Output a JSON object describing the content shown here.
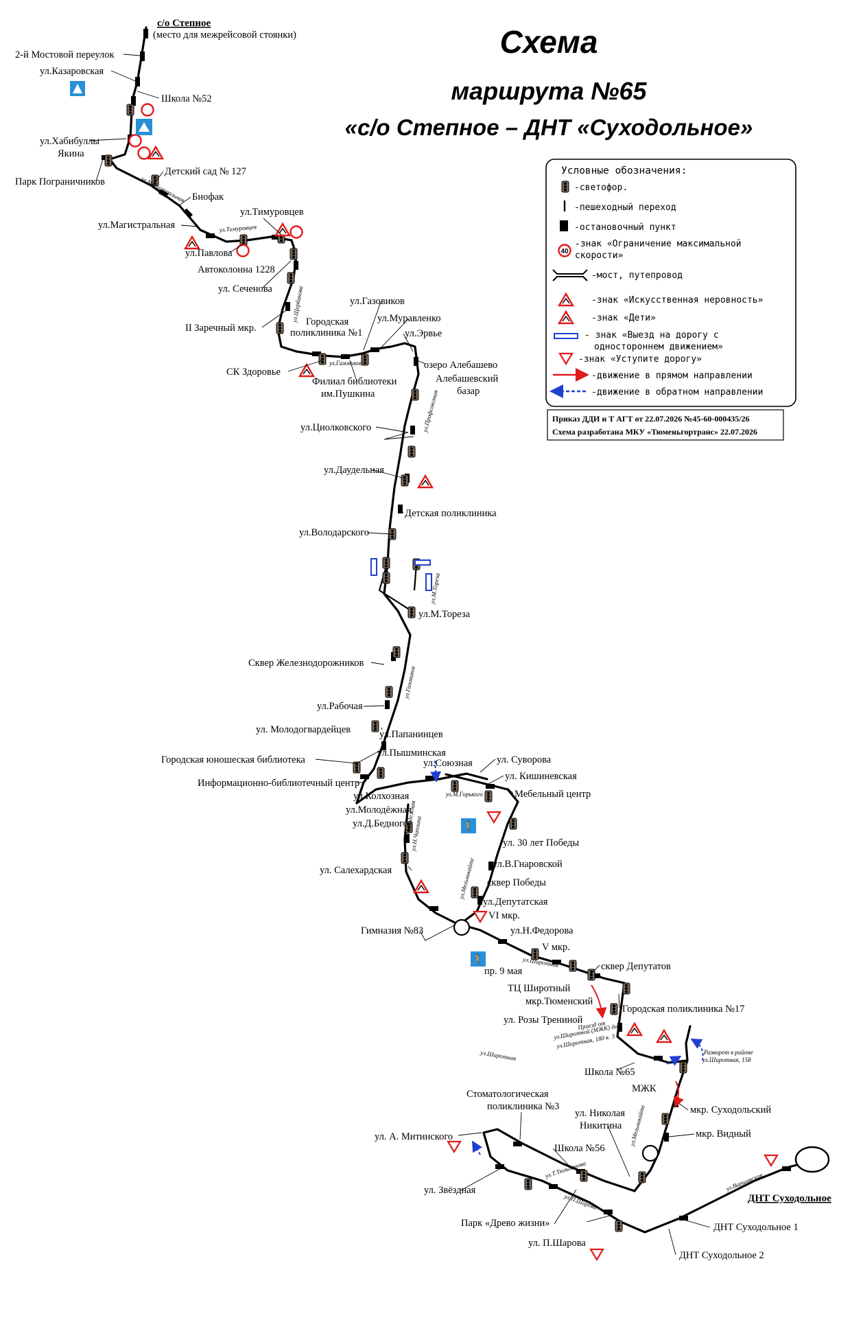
{
  "header": {
    "line1": "Схема",
    "line2": "маршрута №65",
    "line3": "«с/о Степное – ДНТ «Суходольное»"
  },
  "legend": {
    "title": "Условные обозначения:",
    "items": [
      {
        "icon": "traffic-light-icon",
        "text": "-светофор."
      },
      {
        "icon": "pedestrian-crossing-icon",
        "text": "-пешеходный переход"
      },
      {
        "icon": "bus-stop-icon",
        "text": "-остановочный пункт"
      },
      {
        "icon": "speed-limit-sign-icon",
        "text": "-знак «Ограничение максимальной",
        "text2": "скорости»",
        "sign_value": "40"
      },
      {
        "icon": "bridge-icon",
        "text": "-мост, путепровод"
      },
      {
        "icon": "speed-bump-sign-icon",
        "text": "-знак «Искусственная неровность»"
      },
      {
        "icon": "children-sign-icon",
        "text": "-знак «Дети»"
      },
      {
        "icon": "one-way-entry-sign-icon",
        "text": "- знак «Выезд на дорогу с",
        "text2": "одностороннем движением»"
      },
      {
        "icon": "yield-sign-icon",
        "text": "-знак «Уступите дорогу»"
      },
      {
        "icon": "forward-direction-icon",
        "text": "-движение в прямом направлении",
        "color": "#e01b1b"
      },
      {
        "icon": "reverse-direction-icon",
        "text": "-движение в обратном направлении",
        "color": "#1f3fd1"
      }
    ]
  },
  "order": {
    "line1": "Приказ ДДИ и Т АГТ от 22.07.2026 №45-60-000435/26",
    "line2": "Схема разработана МКУ «Тюменьгортранс» 22.07.2026"
  },
  "terminals": {
    "start_name": "с/о Степное",
    "start_note": "(место для межрейсовой стоянки)",
    "end_name": "ДНТ Суходольное"
  },
  "speed_limit_value": "40",
  "colors": {
    "route": "#000000",
    "sign_red": "#e01b1b",
    "sign_blue": "#1f3fd1",
    "info_blue": "#2a8fd6"
  },
  "stops": [
    "2-й Мостовой переулок",
    "ул.Казаровская",
    "Школа №52",
    "ул.Хабибуллы",
    "Якина",
    "Парк Пограничников",
    "Детский сад № 127",
    "Бнофак",
    "ул.Магистральная",
    "ул.Тимуровцев",
    "ул.Павлова",
    "Автоколонна 1228",
    "ул. Сеченова",
    "II Заречный мкр.",
    "ул.Газовиков",
    "ул.Муравленко",
    "Городская",
    "поликлиника №1",
    "ул.Эрвье",
    "озеро Алебашево",
    "СК Здоровье",
    "Филиал библиотеки",
    "им.Пушкина",
    "Алебашевский",
    "базар",
    "ул.Циолковского",
    "ул.Даудельная",
    "Детская поликлиника",
    "ул.Володарского",
    "ул.М.Тореза",
    "Сквер Железнодорожников",
    "ул.Рабочая",
    "ул. Молодогвардейцев",
    "ул.Папанинцев",
    "ул.Пышминская",
    "Городская юношеская библиотека",
    "ул.Союзная",
    "ул. Суворова",
    "ул. Кишиневская",
    "Информационно-библиотечный центр",
    "ул.Колхозная",
    "Мебельный центр",
    "ул.Молодёжная",
    "ул.Д.Бедного",
    "ул. 30 лет Победы",
    "ул.В.Гнаровской",
    "ул. Салехардская",
    "сквер Победы",
    "ул.Депутатская",
    "VI мкр.",
    "Гимназия №83",
    "ул.Н.Федорова",
    "V мкр.",
    "пр. 9 мая",
    "сквер Депутатов",
    "ТЦ Широтный",
    "мкр.Тюменский",
    "Городская поликлиника №17",
    "ул. Розы Трениной",
    "Школа №65",
    "МЖК",
    "мкр. Суходольский",
    "Стоматологическая",
    "поликлиника №3",
    "ул. Николая",
    "Никитина",
    "мкр. Видный",
    "ул. А. Митинского",
    "Школа №56",
    "ул. Звёздная",
    "Парк «Древо жизни»",
    "ДНТ Суходольное 1",
    "ул. П.Шарова",
    "ДНТ Суходольное 2"
  ],
  "streets": [
    "ул.Магистральная",
    "ул.Тимуровцев",
    "ул.Щербакова",
    "ул.Газовиков",
    "ул.Профсоюзная",
    "ул.М.Тореза",
    "ул.Газовиков",
    "ул.М.Горького",
    "ул.Мельникайте",
    "ул.Н.Чаплина",
    "ул.Широтная",
    "ул.Мельникайте",
    "ул.Т.Тюльпанова",
    "ул.П.Шарова",
    "ул.Варшавская",
    "ул.Молодежная",
    "ул.Широтная"
  ],
  "notes": [
    "Проезд от",
    "ул.Широтной (МЖК) до",
    "ул.Широтная, 180 к. 3",
    "Разворот в районе",
    "ул.Широтная, 158"
  ]
}
